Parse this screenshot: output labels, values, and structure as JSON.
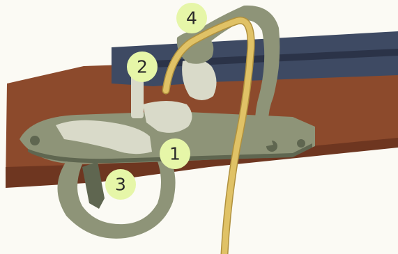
{
  "diagram": {
    "subject": "matchlock-gun-lock-mechanism",
    "colors": {
      "background": "#fbfaf4",
      "stock_wood": "#8c4a2c",
      "stock_wood_dark": "#6e3620",
      "barrel": "#3e4a63",
      "barrel_dark": "#2b3348",
      "metal_plate": "#8e9478",
      "metal_dark": "#5f6650",
      "metal_light": "#d9dac9",
      "match_cord": "#e0c266",
      "match_cord_shadow": "#b0913e",
      "marker_fill": "#e6f6a8",
      "marker_text": "#2a2a2a"
    },
    "markers": [
      {
        "id": "1",
        "label": "1"
      },
      {
        "id": "2",
        "label": "2"
      },
      {
        "id": "3",
        "label": "3"
      },
      {
        "id": "4",
        "label": "4"
      }
    ]
  }
}
